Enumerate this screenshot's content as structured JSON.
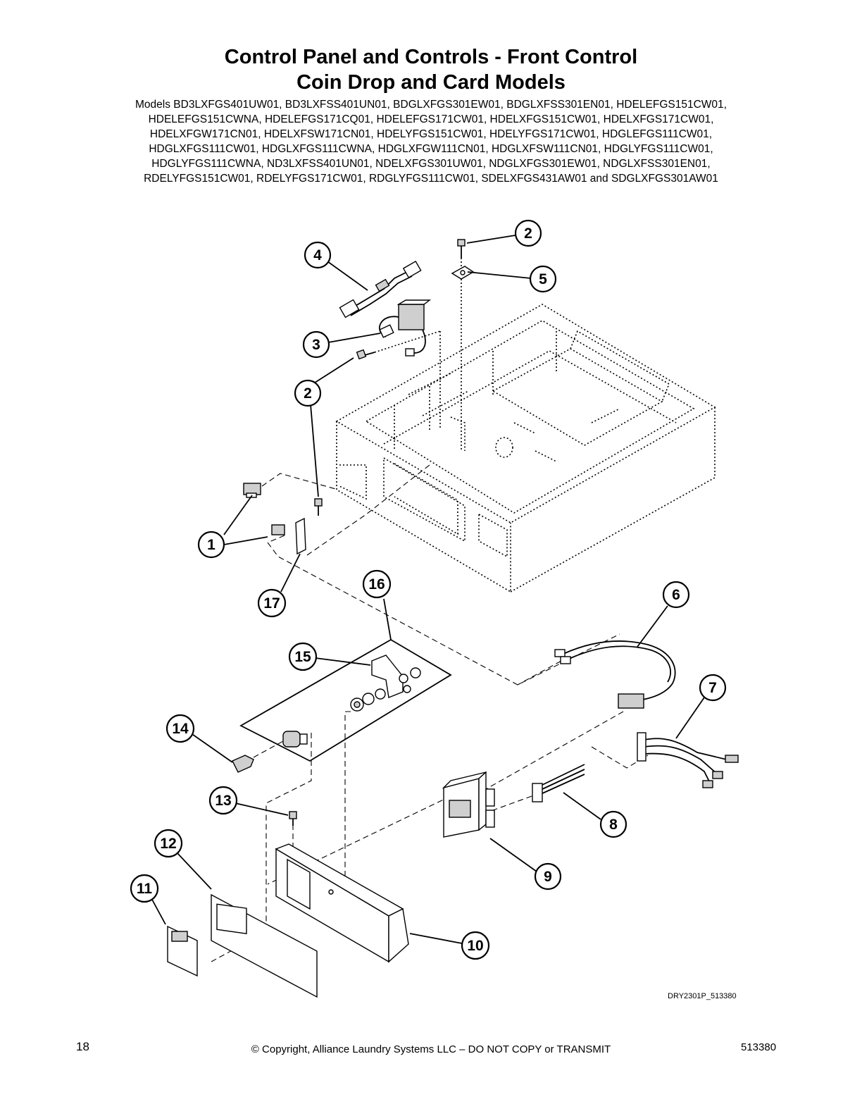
{
  "header": {
    "title_line1": "Control Panel and Controls - Front Control",
    "title_line2": "Coin Drop and Card Models",
    "models_lines": [
      "Models BD3LXFGS401UW01, BD3LXFSS401UN01, BDGLXFGS301EW01, BDGLXFSS301EN01, HDELEFGS151CW01,",
      "HDELEFGS151CWNA, HDELEFGS171CQ01, HDELEFGS171CW01, HDELXFGS151CW01, HDELXFGS171CW01,",
      "HDELXFGW171CN01, HDELXFSW171CN01, HDELYFGS151CW01, HDELYFGS171CW01, HDGLEFGS111CW01,",
      "HDGLXFGS111CW01, HDGLXFGS111CWNA, HDGLXFGW111CN01, HDGLXFSW111CN01, HDGLYFGS111CW01,",
      "HDGLYFGS111CWNA, ND3LXFSS401UN01, NDELXFGS301UW01, NDGLXFGS301EW01, NDGLXFSS301EN01,",
      "RDELYFGS151CW01, RDELYFGS171CW01, RDGLYFGS111CW01, SDELXFGS431AW01 and SDGLXFGS301AW01"
    ]
  },
  "diagram": {
    "callouts": [
      "1",
      "2",
      "2",
      "3",
      "4",
      "5",
      "6",
      "7",
      "8",
      "9",
      "10",
      "11",
      "12",
      "13",
      "14",
      "15",
      "16",
      "17"
    ],
    "reference": "DRY2301P_513380"
  },
  "footer": {
    "page_number": "18",
    "copyright": "© Copyright, Alliance Laundry Systems LLC – DO NOT COPY or TRANSMIT",
    "doc_number": "513380"
  }
}
